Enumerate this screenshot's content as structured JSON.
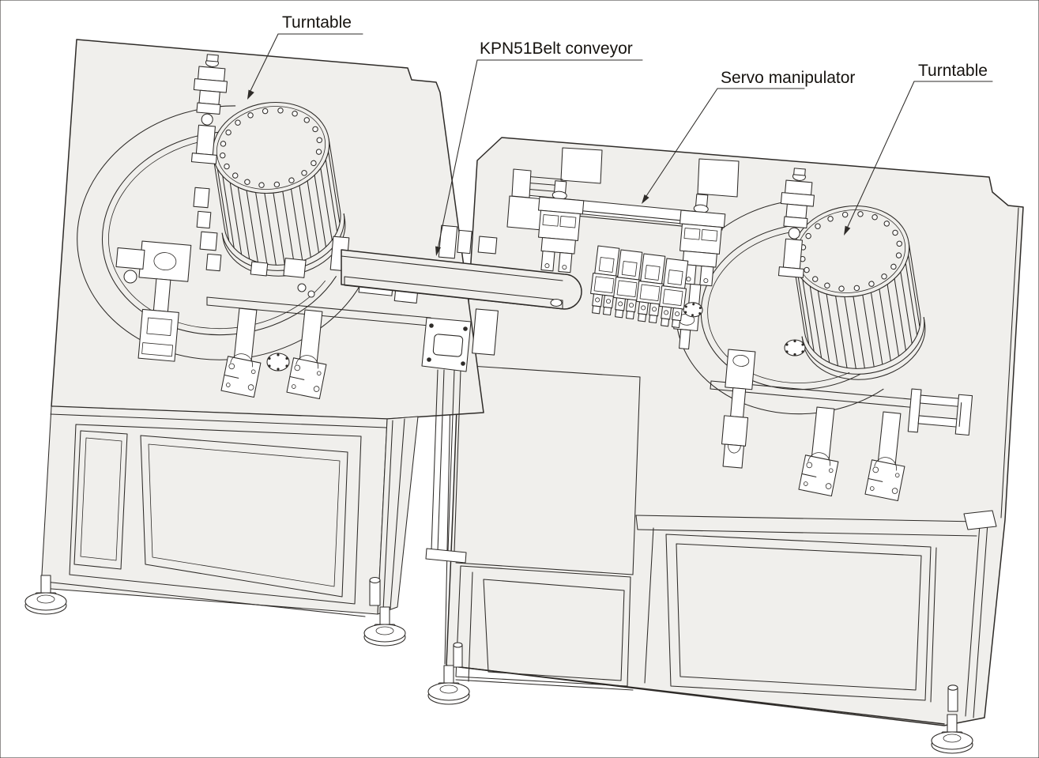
{
  "diagram": {
    "kind": "engineering-line-drawing",
    "description": "Top perspective CAD drawing of an automated assembly line: two turntable machines linked by a belt conveyor, with a servo manipulator on the right machine",
    "labels": {
      "turntable_left": "Turntable",
      "belt_conveyor": "KPN51Belt conveyor",
      "servo_manipulator": "Servo manipulator",
      "turntable_right": "Turntable"
    },
    "colors": {
      "line": "#2e2b28",
      "surface_fill": "#f0efec",
      "background": "#ffffff",
      "label_text": "#16130f"
    }
  }
}
